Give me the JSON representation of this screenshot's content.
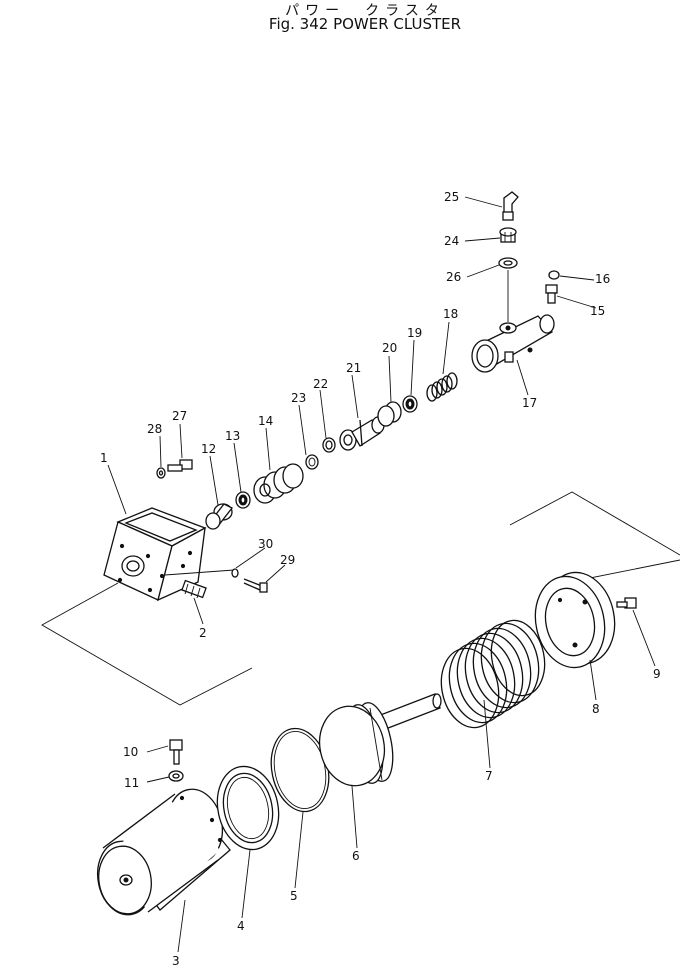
{
  "figure": {
    "title_jp": "パワー　クラスタ",
    "title_en": "Fig. 342 POWER CLUSTER"
  },
  "parts": {
    "p1": "1",
    "p2": "2",
    "p3": "3",
    "p4": "4",
    "p5": "5",
    "p6": "6",
    "p7": "7",
    "p8": "8",
    "p9": "9",
    "p10": "10",
    "p11": "11",
    "p12": "12",
    "p13": "13",
    "p14": "14",
    "p15": "15",
    "p16": "16",
    "p17": "17",
    "p18": "18",
    "p19": "19",
    "p20": "20",
    "p21": "21",
    "p22": "22",
    "p23": "23",
    "p24": "24",
    "p25": "25",
    "p26": "26",
    "p27": "27",
    "p28": "28",
    "p29": "29",
    "p30": "30"
  }
}
